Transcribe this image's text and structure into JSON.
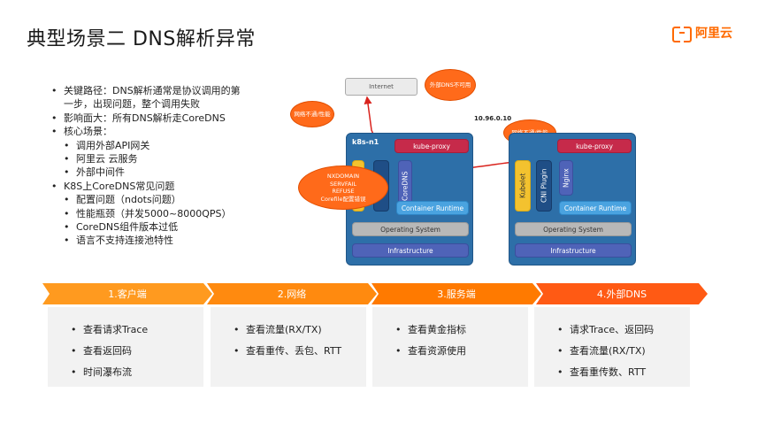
{
  "title": "典型场景二 DNS解析异常",
  "logo": {
    "text": "阿里云",
    "color": "#ff6a00"
  },
  "bullets": [
    {
      "level": 1,
      "text": "关键路径：DNS解析通常是协议调用的第"
    },
    {
      "level": 1,
      "text": "一步，出现问题，整个调用失败",
      "continuation": true
    },
    {
      "level": 1,
      "text": "影响面大：所有DNS解析走CoreDNS"
    },
    {
      "level": 1,
      "text": "核心场景："
    },
    {
      "level": 2,
      "text": "调用外部API网关"
    },
    {
      "level": 2,
      "text": "阿里云 云服务"
    },
    {
      "level": 2,
      "text": "外部中间件"
    },
    {
      "level": 1,
      "text": "K8S上CoreDNS常见问题"
    },
    {
      "level": 2,
      "text": "配置问题（ndots问题）"
    },
    {
      "level": 2,
      "text": "性能瓶颈（并发5000~8000QPS）"
    },
    {
      "level": 2,
      "text": "CoreDNS组件版本过低"
    },
    {
      "level": 2,
      "text": "语言不支持连接池特性"
    }
  ],
  "diagram": {
    "internet": "Internet",
    "cloud_external_dns": "外部DNS不可用",
    "cloud_network_left": "网络不通/性能",
    "cloud_network_right": "网络不通/性能",
    "cloud_errors": [
      "NXDOMAIN",
      "SERVFAIL",
      "REFUSE",
      "Corefile配置错误"
    ],
    "ip": "10.96.0.10",
    "left_host": {
      "label": "k8s-n1",
      "kube_proxy": "kube-proxy",
      "coredns": "CoreDNS",
      "container_runtime": "Container Runtime",
      "operating_system": "Operating System",
      "infrastructure": "Infrastructure"
    },
    "right_host": {
      "kube_proxy": "kube-proxy",
      "kubelet": "Kubelet",
      "cni_plugin": "CNI Plugin",
      "nginx": "Nginx",
      "container_runtime": "Container Runtime",
      "operating_system": "Operating System",
      "infrastructure": "Infrastructure"
    },
    "colors": {
      "host": "#2d6fa8",
      "arrow": "#d9231d",
      "cloud": "#ff6a1a"
    }
  },
  "stages": [
    {
      "label": "1.客户端",
      "color": "#ff9a1f",
      "items": [
        "查看请求Trace",
        "查看返回码",
        "时间瀑布流"
      ]
    },
    {
      "label": "2.网络",
      "color": "#ff8a0f",
      "items": [
        "查看流量(RX/TX)",
        "查看重传、丢包、RTT"
      ]
    },
    {
      "label": "3.服务端",
      "color": "#ff7a00",
      "items": [
        "查看黄金指标",
        "查看资源使用"
      ]
    },
    {
      "label": "4.外部DNS",
      "color": "#ff5a14",
      "items": [
        "请求Trace、返回码",
        "查看流量(RX/TX)",
        "查看重传数、RTT"
      ]
    }
  ]
}
